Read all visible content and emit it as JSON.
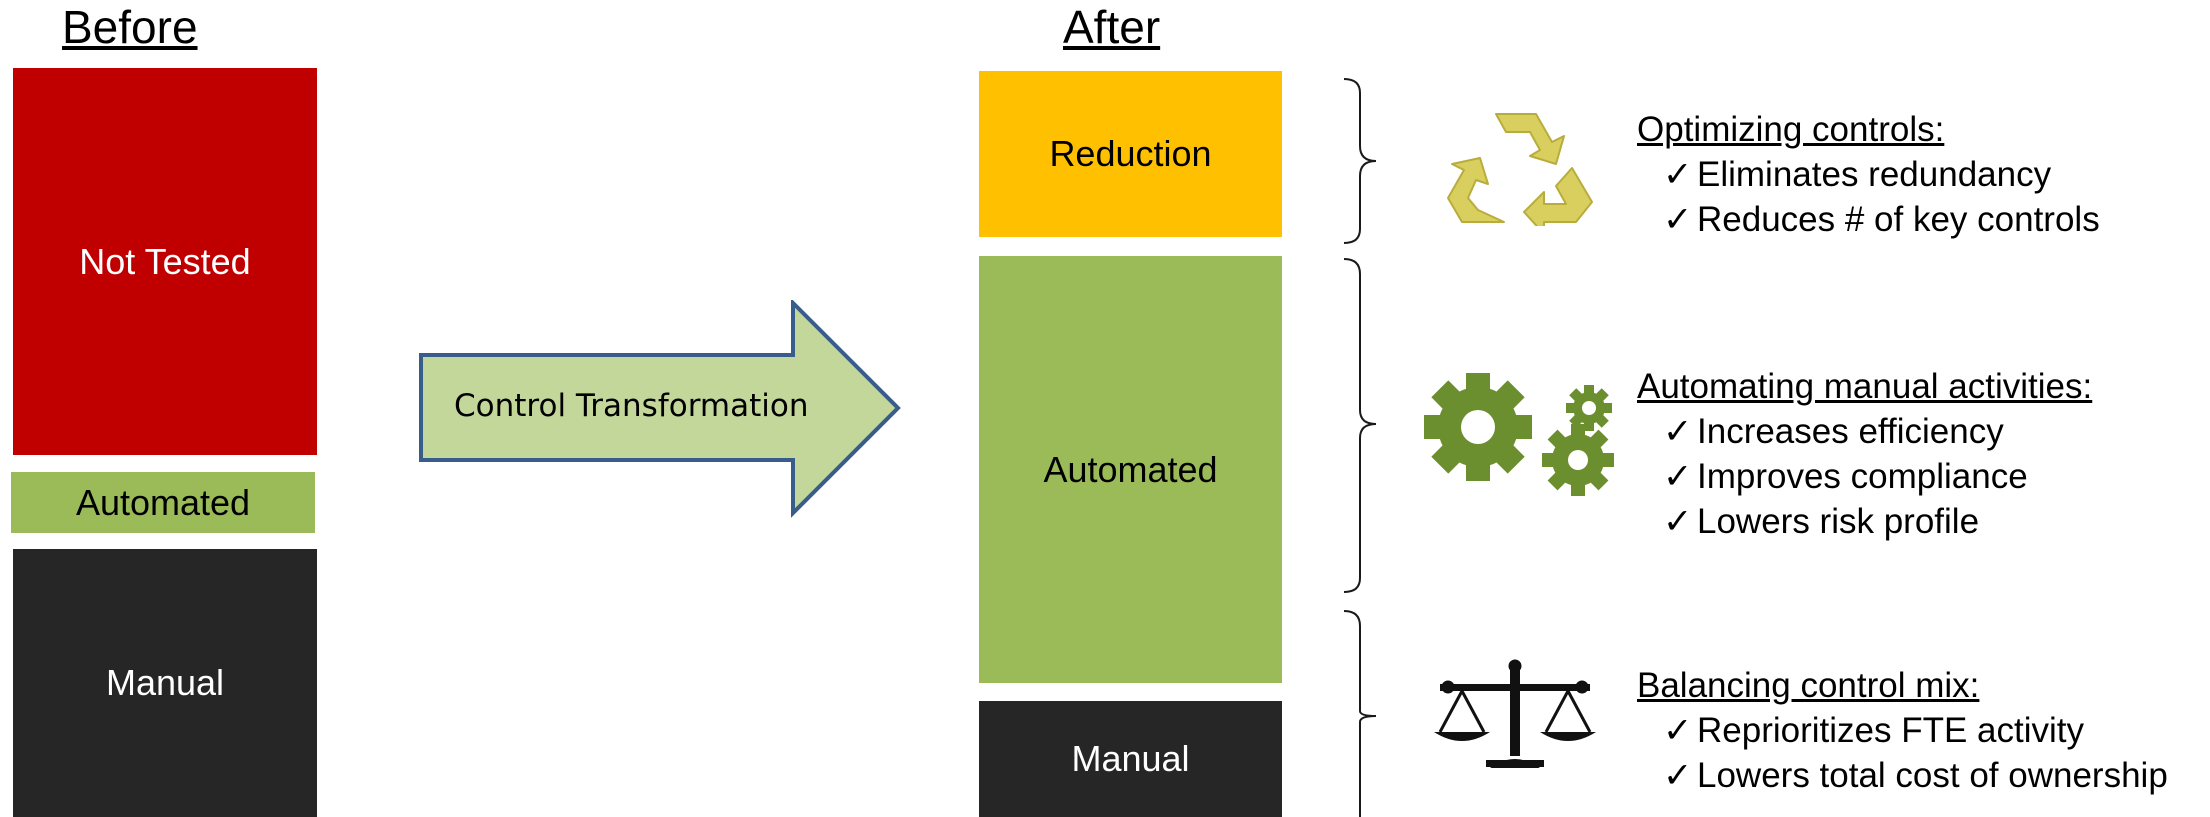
{
  "before": {
    "heading": "Before",
    "blocks": {
      "not_tested": "Not Tested",
      "automated": "Automated",
      "manual": "Manual"
    }
  },
  "arrow": {
    "label": "Control Transformation"
  },
  "after": {
    "heading": "After",
    "blocks": {
      "reduction": "Reduction",
      "automated": "Automated",
      "manual": "Manual"
    }
  },
  "callouts": [
    {
      "icon": "recycle-icon",
      "title": "Optimizing controls:",
      "items": [
        "Eliminates redundancy",
        "Reduces # of key controls"
      ]
    },
    {
      "icon": "gears-icon",
      "title": "Automating manual activities:",
      "items": [
        "Increases efficiency",
        "Improves compliance",
        "Lowers risk profile"
      ]
    },
    {
      "icon": "scales-icon",
      "title": "Balancing control mix:",
      "items": [
        "Reprioritizes FTE activity",
        "Lowers total cost of ownership"
      ]
    }
  ],
  "check_glyph": "✓",
  "colors": {
    "red": "#c00000",
    "green": "#9bbb59",
    "dark": "#262626",
    "gold": "#ffc000",
    "arrow_fill": "#c4d79b",
    "arrow_stroke": "#385d8a",
    "gear": "#6b8e2e",
    "recycle": "#d9cf5e"
  }
}
